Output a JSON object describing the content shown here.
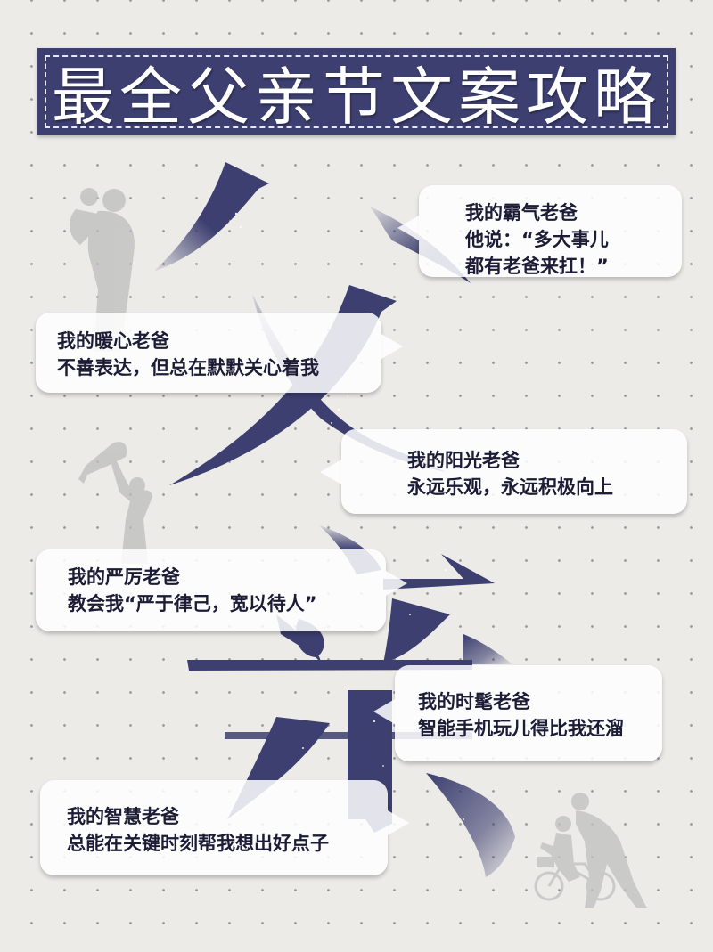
{
  "title": "最全父亲节文案攻略",
  "background": {
    "color": "#ecebe8",
    "dot_color": "#9a9a9a",
    "accent_navy": "#3d3f70"
  },
  "decorative_characters": [
    "父",
    "亲"
  ],
  "bubbles": [
    {
      "title": "我的霸气老爸",
      "lines": [
        "他说：“多大事儿",
        "都有老爸来扛！”"
      ],
      "tail": "left"
    },
    {
      "title": "我的暖心老爸",
      "lines": [
        "不善表达，但总在默默关心着我"
      ],
      "tail": "right"
    },
    {
      "title": "我的阳光老爸",
      "lines": [
        "永远乐观，永远积极向上"
      ],
      "tail": "left"
    },
    {
      "title": "我的严厉老爸",
      "lines": [
        "教会我“严于律己，宽以待人”"
      ],
      "tail": "right"
    },
    {
      "title": "我的时髦老爸",
      "lines": [
        "智能手机玩儿得比我还溜"
      ],
      "tail": "left"
    },
    {
      "title": "我的智慧老爸",
      "lines": [
        "总能在关键时刻帮我想出好点子"
      ],
      "tail": "right"
    }
  ],
  "illustrations": [
    {
      "name": "father-holding-child-silhouette"
    },
    {
      "name": "father-lifting-child-silhouette"
    },
    {
      "name": "father-teaching-bike-silhouette"
    }
  ]
}
